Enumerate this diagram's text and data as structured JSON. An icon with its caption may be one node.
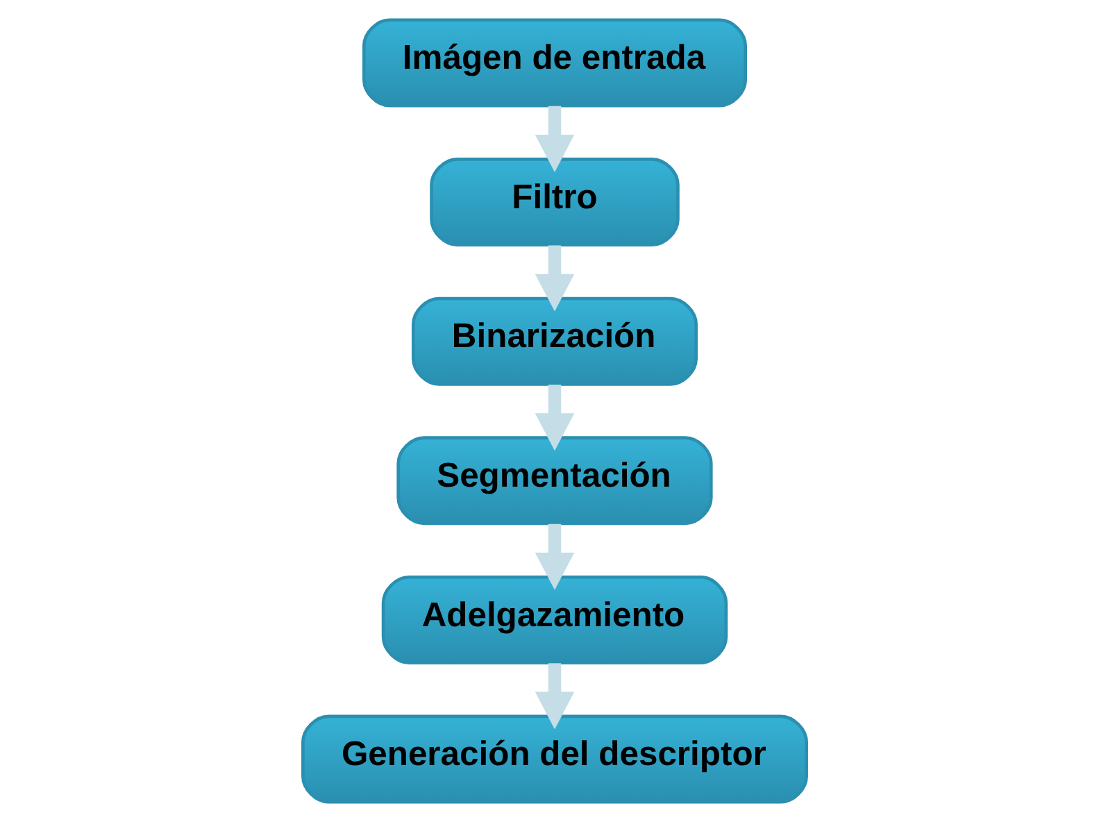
{
  "diagram": {
    "nodes": [
      {
        "text": [
          "Imágen de entrada"
        ]
      },
      {
        "text": [
          "Filtro"
        ]
      },
      {
        "text": [
          "Binarización"
        ]
      },
      {
        "text": [
          "Segmentación"
        ]
      },
      {
        "text": [
          "Adelgazamiento"
        ]
      },
      {
        "text": [
          "Generación del descriptor"
        ]
      }
    ],
    "edges": [
      {
        "from": 0,
        "to": 1,
        "arrow": "to"
      },
      {
        "from": 1,
        "to": 2,
        "arrow": "to"
      },
      {
        "from": 2,
        "to": 3,
        "arrow": "to"
      },
      {
        "from": 3,
        "to": 4,
        "arrow": "to"
      },
      {
        "from": 4,
        "to": 5,
        "arrow": "to"
      }
    ]
  }
}
